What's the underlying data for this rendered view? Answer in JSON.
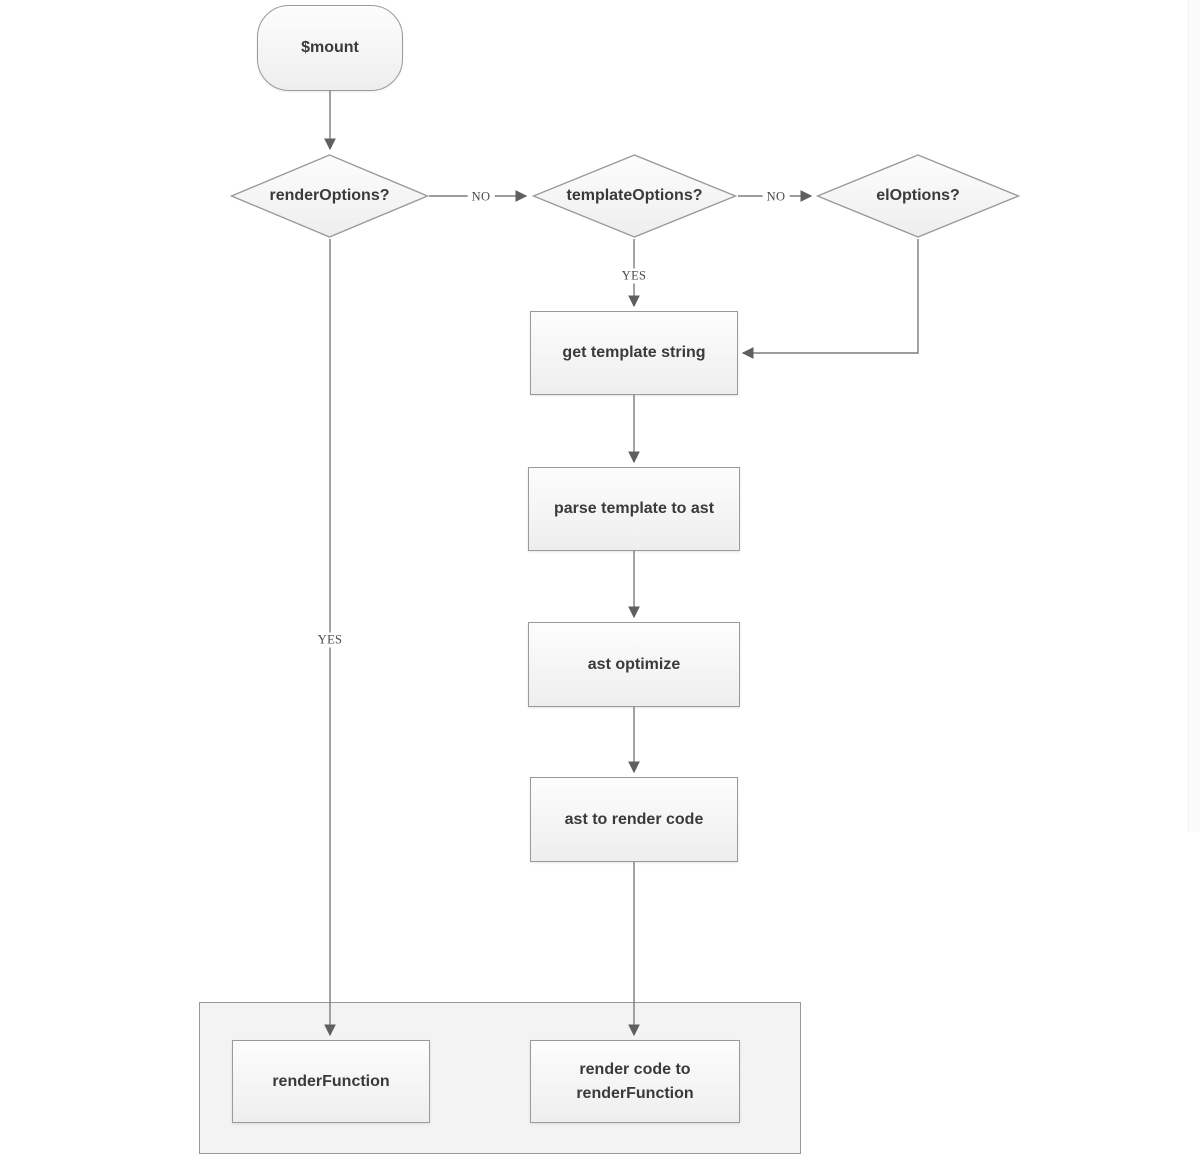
{
  "diagram": {
    "type": "flowchart",
    "title": "",
    "colors": {
      "background": "#ffffff",
      "node_border": "#9a9a9a",
      "line": "#7d7d7d",
      "arrow": "#5f5f5f",
      "node_text": "#3a3a3a",
      "edge_label_text": "#4a4a4a",
      "node_fill_top": "#fdfdfd",
      "node_fill_bottom": "#eeeeee",
      "container_fill": "#f3f3f3",
      "container_border": "#999999"
    },
    "nodes": {
      "mount": {
        "label": "$mount",
        "shape": "terminator"
      },
      "render_options": {
        "label": "renderOptions?",
        "shape": "decision"
      },
      "template_options": {
        "label": "templateOptions?",
        "shape": "decision"
      },
      "el_options": {
        "label": "elOptions?",
        "shape": "decision"
      },
      "get_template_string": {
        "label": "get template string",
        "shape": "process"
      },
      "parse_template_to_ast": {
        "label": "parse template to ast",
        "shape": "process"
      },
      "ast_optimize": {
        "label": "ast optimize",
        "shape": "process"
      },
      "ast_to_render_code": {
        "label": "ast to render code",
        "shape": "process"
      },
      "render_function": {
        "label": "renderFunction",
        "shape": "process"
      },
      "render_code_to_render_function": {
        "label": "render code to renderFunction",
        "shape": "process"
      }
    },
    "edges": [
      {
        "from": "mount",
        "to": "render_options",
        "label": ""
      },
      {
        "from": "render_options",
        "to": "template_options",
        "label": "NO"
      },
      {
        "from": "template_options",
        "to": "el_options",
        "label": "NO"
      },
      {
        "from": "template_options",
        "to": "get_template_string",
        "label": "YES"
      },
      {
        "from": "el_options",
        "to": "get_template_string",
        "label": ""
      },
      {
        "from": "get_template_string",
        "to": "parse_template_to_ast",
        "label": ""
      },
      {
        "from": "parse_template_to_ast",
        "to": "ast_optimize",
        "label": ""
      },
      {
        "from": "ast_optimize",
        "to": "ast_to_render_code",
        "label": ""
      },
      {
        "from": "ast_to_render_code",
        "to": "render_code_to_render_function",
        "label": ""
      },
      {
        "from": "render_options",
        "to": "render_function",
        "label": "YES"
      }
    ]
  }
}
